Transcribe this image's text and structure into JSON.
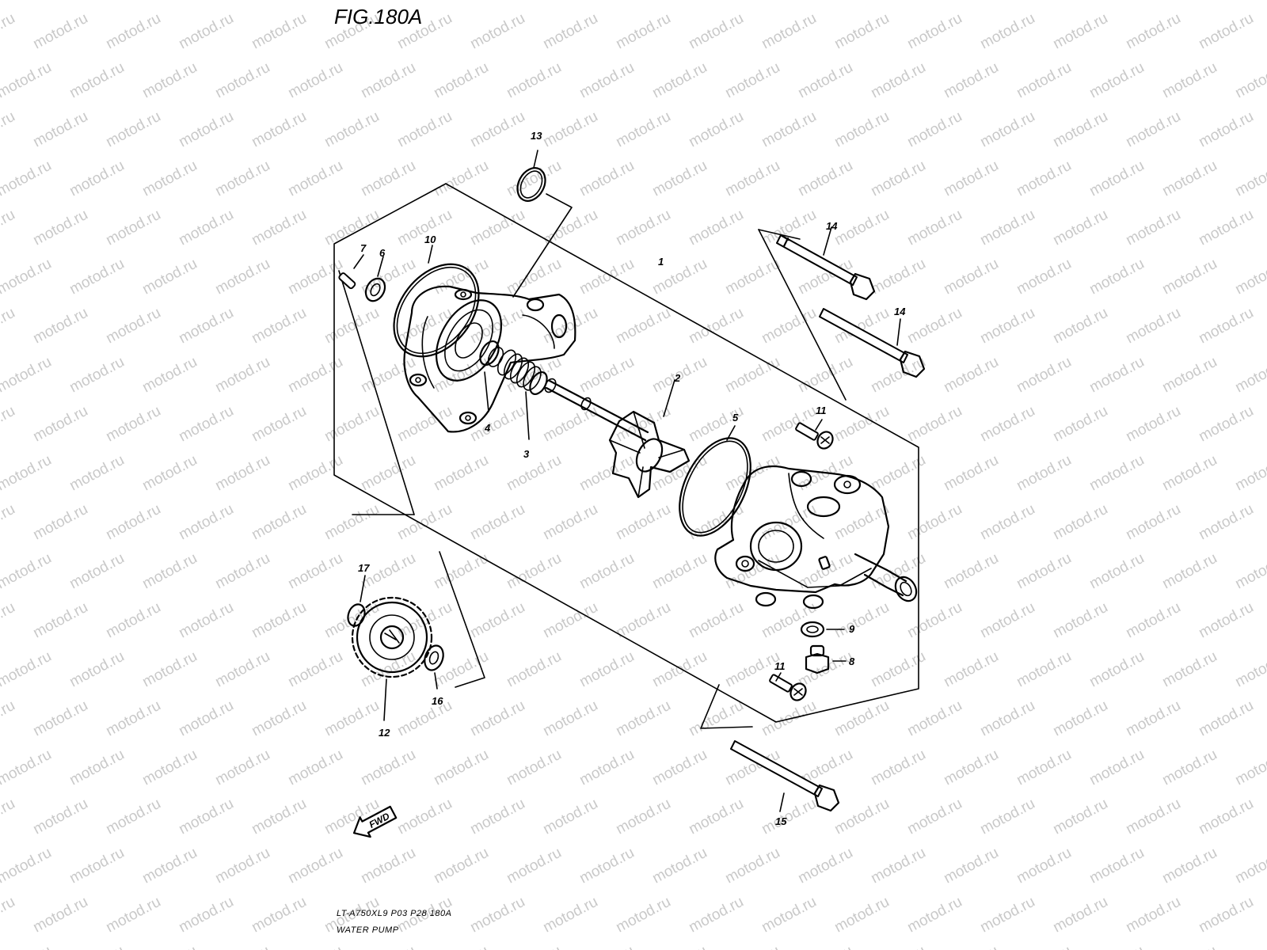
{
  "figure": {
    "title": "FIG.180A",
    "model_code": "LT-A750XL9  P03  P28  180A",
    "subtitle": "WATER PUMP"
  },
  "watermark": {
    "text": "motod.ru",
    "color": "#c9c9c9"
  },
  "fwd_badge": {
    "label": "FWD",
    "icon": "forward-arrow-icon"
  },
  "callouts": [
    {
      "id": "c1",
      "number": "1"
    },
    {
      "id": "c2",
      "number": "2"
    },
    {
      "id": "c3",
      "number": "3"
    },
    {
      "id": "c4",
      "number": "4"
    },
    {
      "id": "c5",
      "number": "5"
    },
    {
      "id": "c6",
      "number": "6"
    },
    {
      "id": "c7",
      "number": "7"
    },
    {
      "id": "c8",
      "number": "8"
    },
    {
      "id": "c9",
      "number": "9"
    },
    {
      "id": "c10",
      "number": "10"
    },
    {
      "id": "c11a",
      "number": "11"
    },
    {
      "id": "c11b",
      "number": "11"
    },
    {
      "id": "c12",
      "number": "12"
    },
    {
      "id": "c13",
      "number": "13"
    },
    {
      "id": "c14a",
      "number": "14"
    },
    {
      "id": "c14b",
      "number": "14"
    },
    {
      "id": "c15",
      "number": "15"
    },
    {
      "id": "c16",
      "number": "16"
    },
    {
      "id": "c17",
      "number": "17"
    }
  ]
}
